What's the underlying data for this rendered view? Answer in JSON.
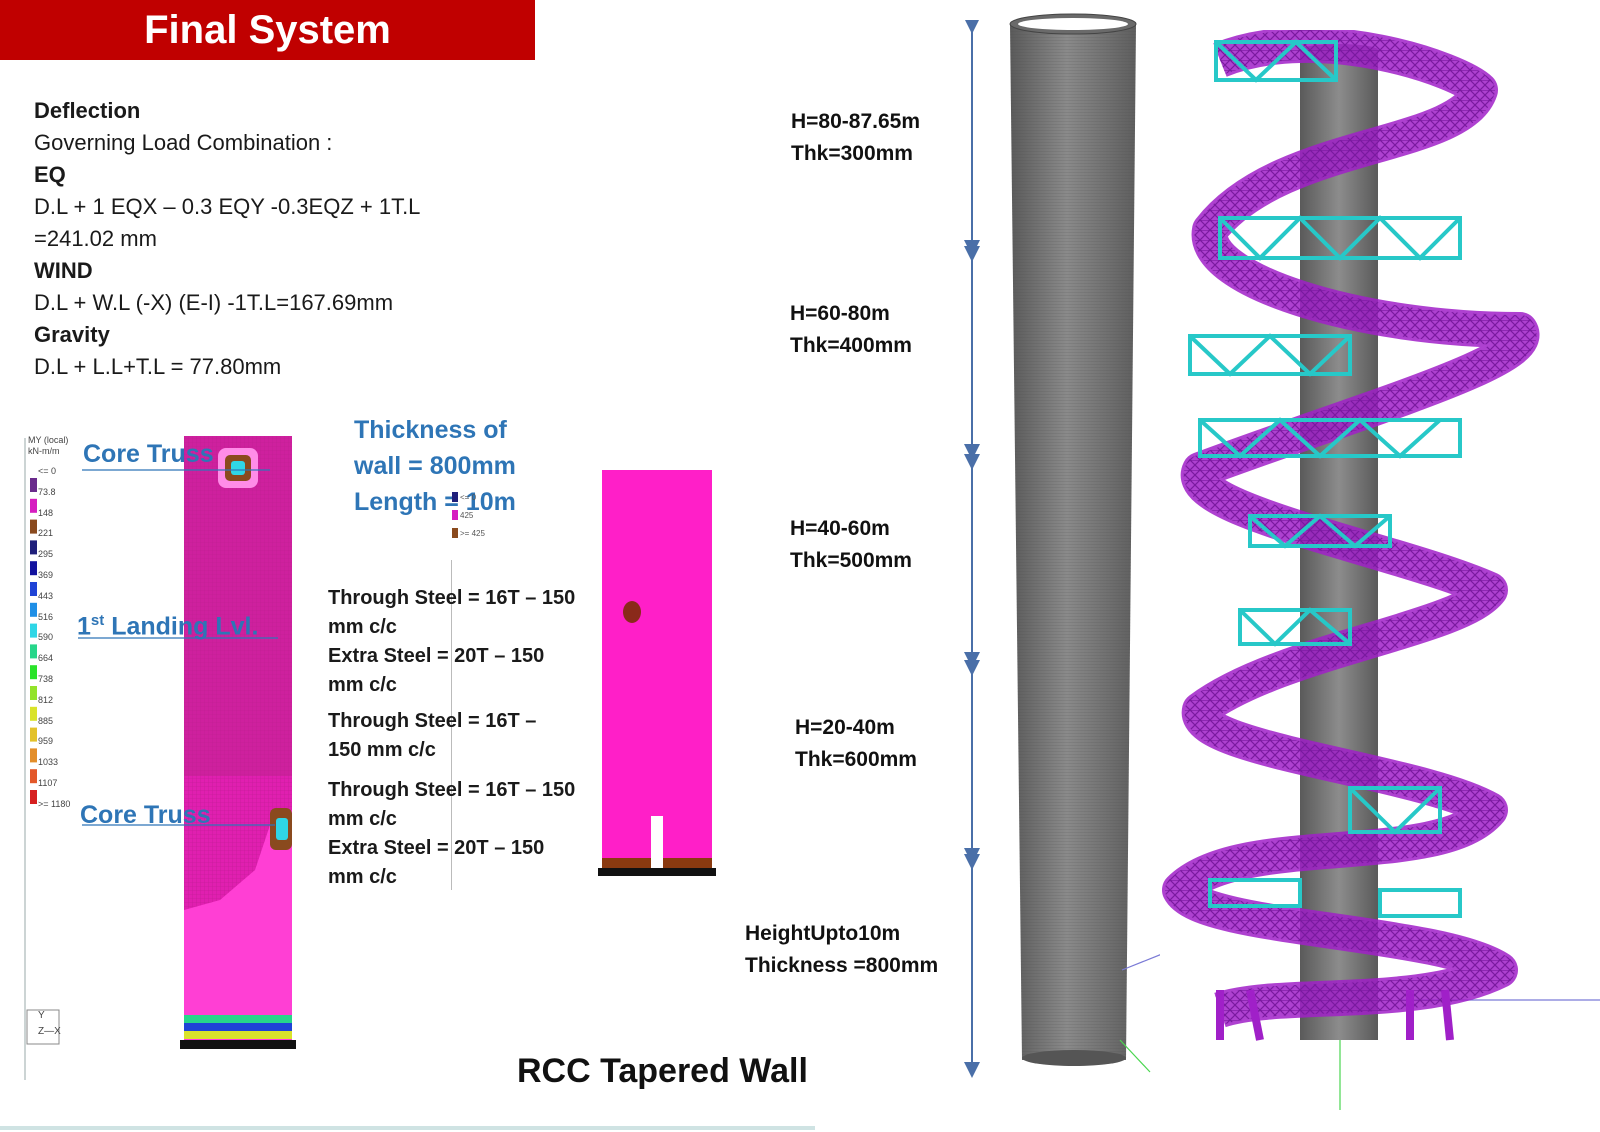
{
  "title": "Final System",
  "deflection": {
    "heading": "Deflection",
    "governing": "Governing Load Combination :",
    "eq_heading": "EQ",
    "eq_combination": "D.L + 1 EQX – 0.3 EQY -0.3EQZ + 1T.L",
    "eq_value": "=241.02 mm",
    "wind_heading": "WIND",
    "wind_combination": "D.L + W.L (-X) (E-I) -1T.L=167.69mm",
    "gravity_heading": "Gravity",
    "gravity_combination": "D.L + L.L+T.L = 77.80mm"
  },
  "contour_plot": {
    "legend_title": [
      "MY (local)",
      "kN-m/m"
    ],
    "legend_values": [
      "<= 0",
      "73.8",
      "148",
      "221",
      "295",
      "369",
      "443",
      "516",
      "590",
      "664",
      "738",
      "812",
      "885",
      "959",
      "1033",
      "1107",
      ">= 1180"
    ],
    "legend_colors": [
      "#6a2b8c",
      "#d61dc0",
      "#8a4a1e",
      "#1f1f7a",
      "#12129e",
      "#1f43d6",
      "#1f8fe6",
      "#2fd6e6",
      "#27d68a",
      "#2ae32a",
      "#93e32a",
      "#d9e32a",
      "#e3c22a",
      "#e38e2a",
      "#e3582a",
      "#d62020"
    ],
    "core_truss_top": "Core Truss",
    "landing_prefix": "1",
    "landing_sup": "st",
    "landing_suffix": " Landing Lvl.",
    "core_truss_bottom": "Core Truss",
    "axis_y": "Y",
    "axis_zx": "Z—X"
  },
  "wall_note": {
    "line1": "Thickness of",
    "line2": "wall = 800mm",
    "line3": "Length = 10m"
  },
  "steel_notes": [
    "Through Steel = 16T – 150",
    "mm c/c",
    "Extra Steel = 20T – 150",
    "mm c/c",
    "Through Steel = 16T –",
    "150 mm c/c",
    "Through Steel = 16T – 150",
    "mm c/c",
    "Extra Steel = 20T – 150",
    "mm c/c"
  ],
  "small_legend": [
    "<= 0",
    "425",
    ">= 425"
  ],
  "caption": "RCC Tapered Wall",
  "segments": [
    {
      "height": "H=80-87.65m",
      "thickness": "Thk=300mm"
    },
    {
      "height": "H=60-80m",
      "thickness": "Thk=400mm"
    },
    {
      "height": "H=40-60m",
      "thickness": "Thk=500mm"
    },
    {
      "height": "H=20-40m",
      "thickness": "Thk=600mm"
    },
    {
      "height": "HeightUpto10m",
      "thickness": "Thickness =800mm"
    }
  ],
  "colors": {
    "title_bg": "#c00000",
    "label_blue": "#2e75b6",
    "truss_magenta": "#a020c8",
    "truss_cyan": "#27c8c8",
    "core_gray": "#6e6e6e",
    "wall_pink": "#f020c0"
  }
}
